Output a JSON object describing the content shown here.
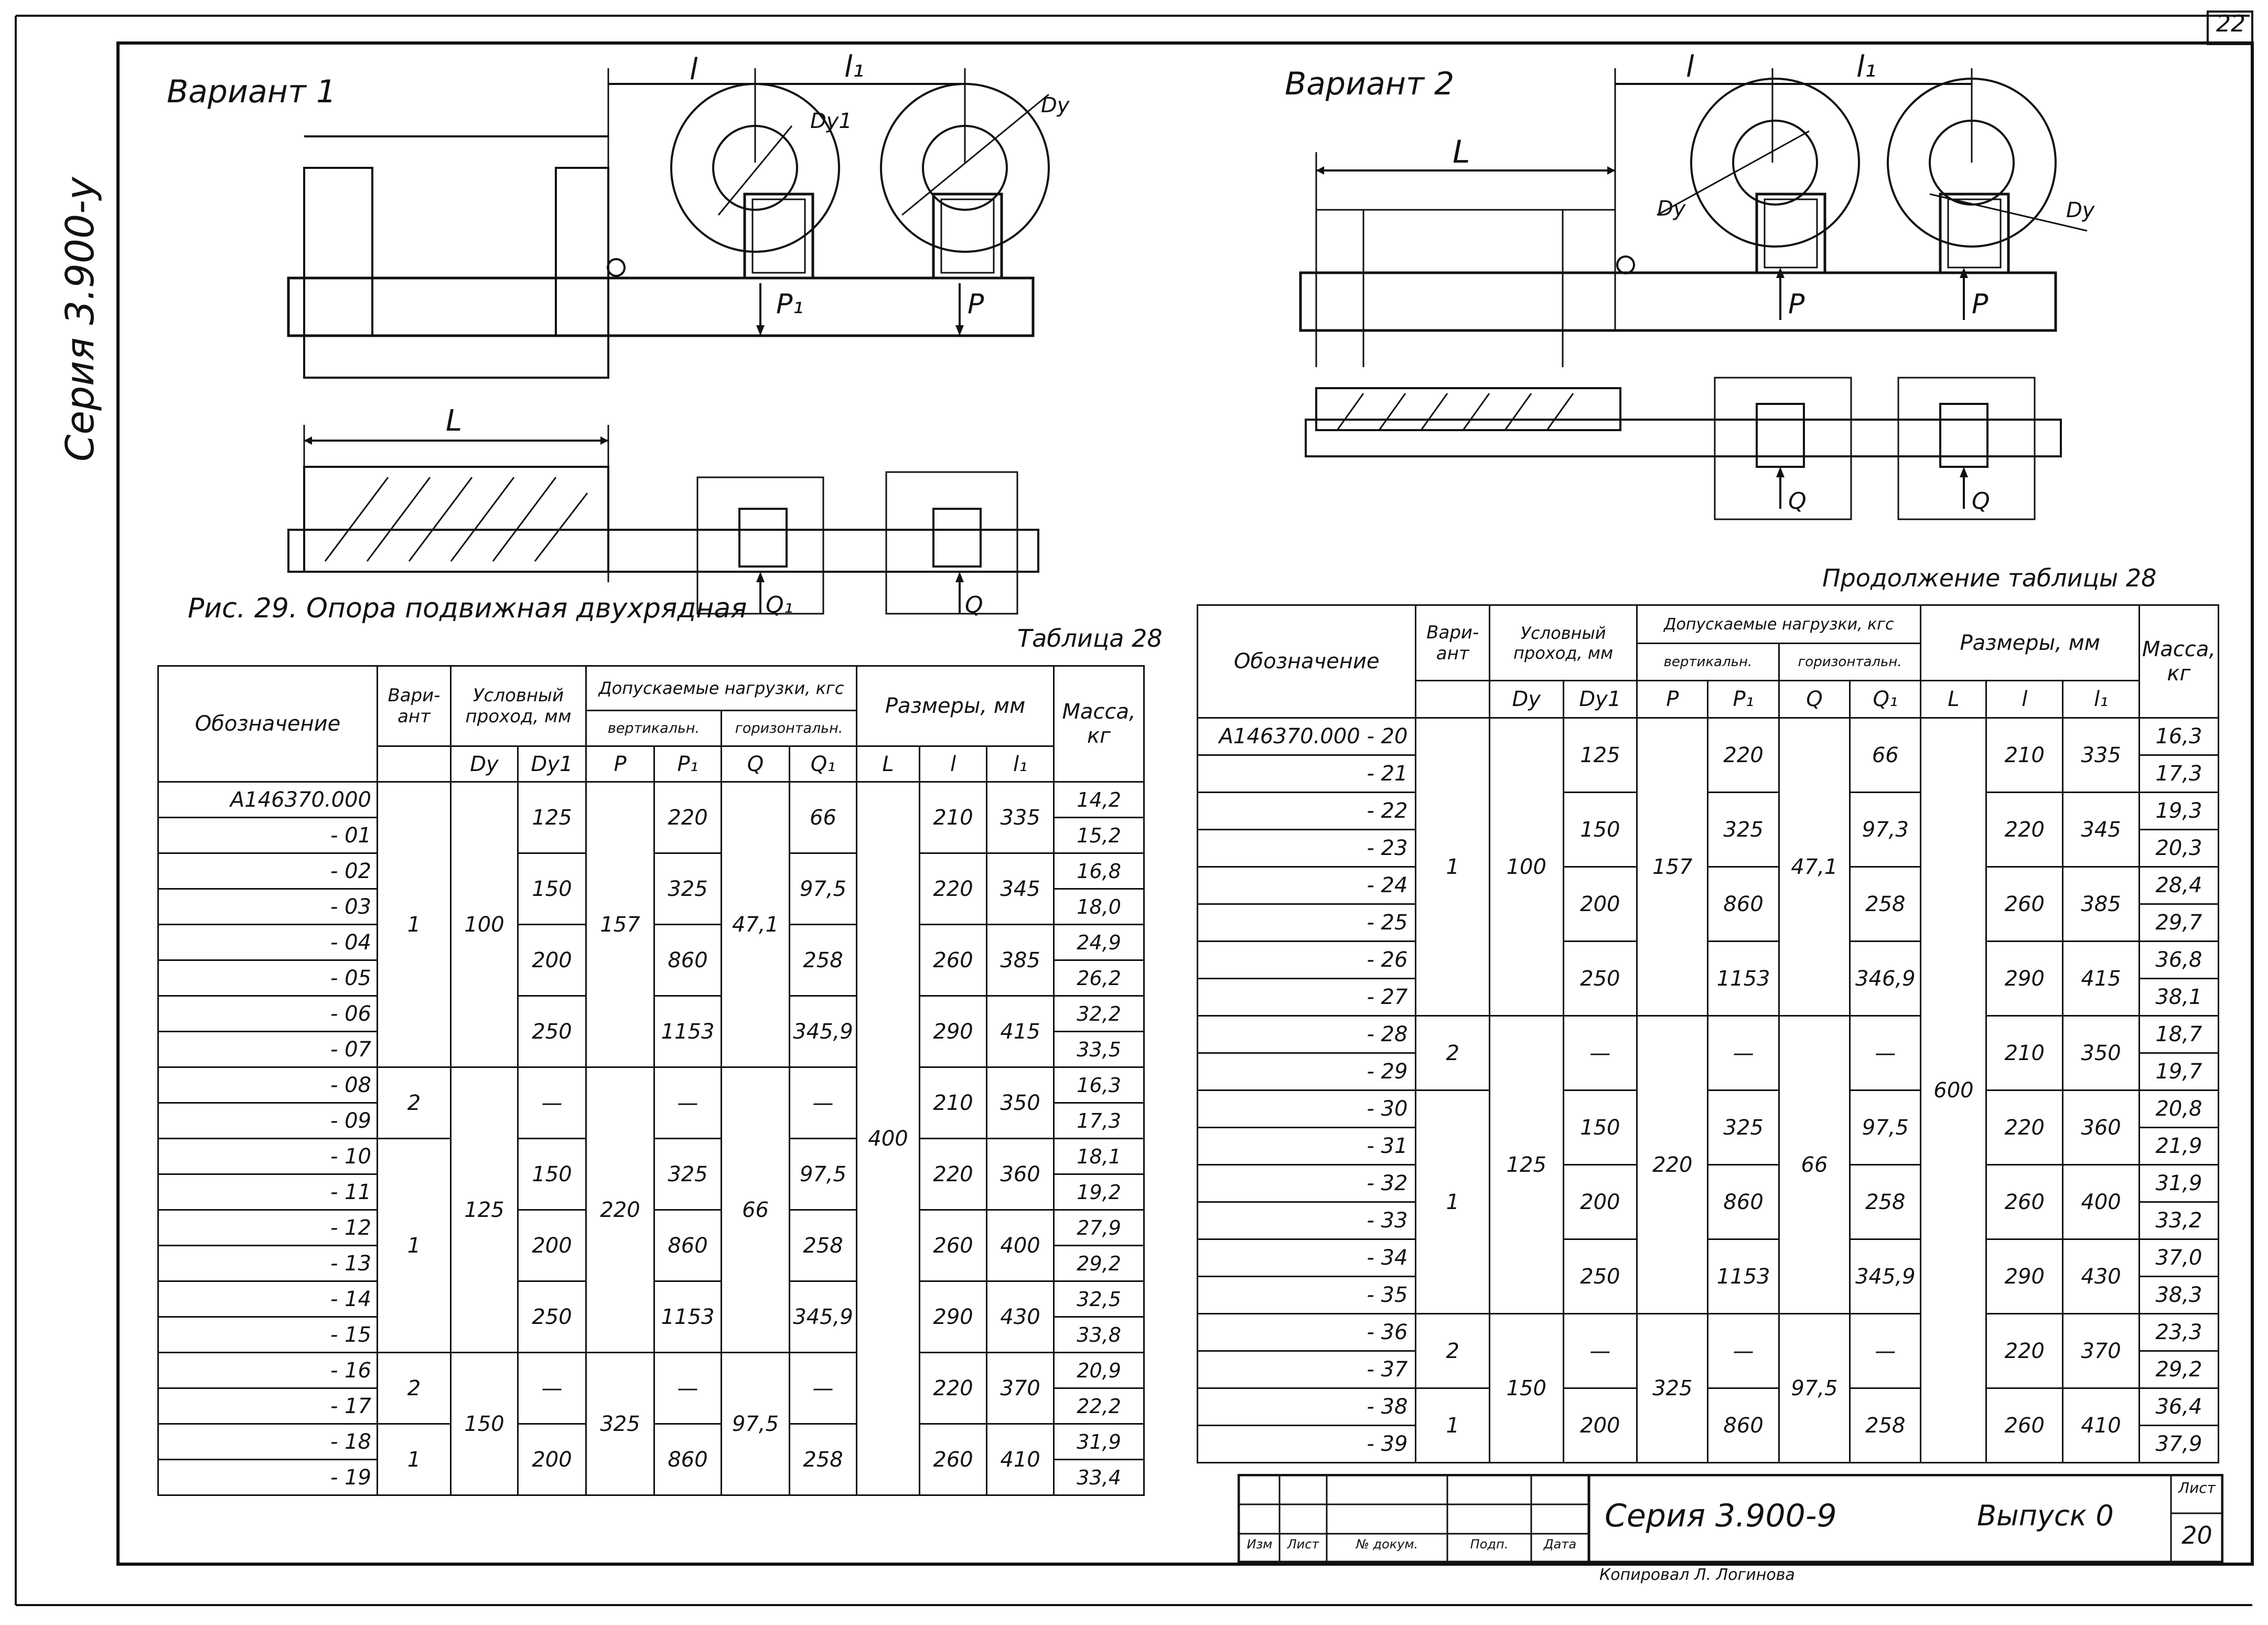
{
  "sheet_number_top": "22",
  "side_series": "Серия 3.900-у",
  "variant1": {
    "title": "Вариант 1",
    "l": "l",
    "l1": "l₁",
    "L": "L",
    "Dy1": "Dу1",
    "Dy": "Dу",
    "P1": "P₁",
    "P": "P",
    "Q1": "Q₁",
    "Q": "Q"
  },
  "variant2": {
    "title": "Вариант 2",
    "l": "l",
    "l1": "l₁",
    "L": "L",
    "Dy_left": "Dу",
    "Dy_right": "Dу",
    "P_left": "P",
    "P_right": "P",
    "Q_left": "Q",
    "Q_right": "Q"
  },
  "figure_caption": "Рис. 29. Опора подвижная двухрядная",
  "table28": {
    "title": "Таблица 28",
    "headers": {
      "designation": "Обозначение",
      "variant": "Вари- ант",
      "nominal_bore": "Условный проход, мм",
      "loads": "Допускаемые нагрузки, кгс",
      "vertical": "вертикальн.",
      "horizontal": "горизонтальн.",
      "dims": "Размеры, мм",
      "mass": "Масса, кг",
      "Dy": "Dу",
      "Dy1": "Dу1",
      "P": "P",
      "P1": "P₁",
      "Q": "Q",
      "Q1": "Q₁",
      "L": "L",
      "l": "l",
      "l1": "l₁"
    },
    "codes": [
      "А146370.000",
      "- 01",
      "- 02",
      "- 03",
      "- 04",
      "- 05",
      "- 06",
      "- 07",
      "- 08",
      "- 09",
      "- 10",
      "- 11",
      "- 12",
      "- 13",
      "- 14",
      "- 15",
      "- 16",
      "- 17",
      "- 18",
      "- 19"
    ],
    "variant": [
      "1",
      "2",
      "1",
      "2",
      "1"
    ],
    "Dy": [
      "100",
      "125",
      "150"
    ],
    "Dy1": [
      "125",
      "150",
      "200",
      "250",
      "—",
      "150",
      "200",
      "250",
      "—",
      "200"
    ],
    "P": [
      "157",
      "220",
      "325"
    ],
    "P1": [
      "220",
      "325",
      "860",
      "1153",
      "—",
      "325",
      "860",
      "1153",
      "—",
      "860"
    ],
    "Q": [
      "47,1",
      "66",
      "97,5"
    ],
    "Q1": [
      "66",
      "97,5",
      "258",
      "345,9",
      "—",
      "97,5",
      "258",
      "345,9",
      "—",
      "258"
    ],
    "L": "400",
    "l": [
      "210",
      "220",
      "260",
      "290",
      "210",
      "220",
      "260",
      "290",
      "220",
      "260"
    ],
    "l1": [
      "335",
      "345",
      "385",
      "415",
      "350",
      "360",
      "400",
      "430",
      "370",
      "410"
    ],
    "mass": [
      "14,2",
      "15,2",
      "16,8",
      "18,0",
      "24,9",
      "26,2",
      "32,2",
      "33,5",
      "16,3",
      "17,3",
      "18,1",
      "19,2",
      "27,9",
      "29,2",
      "32,5",
      "33,8",
      "20,9",
      "22,2",
      "31,9",
      "33,4"
    ]
  },
  "table28_cont": {
    "title": "Продолжение таблицы 28",
    "headers": {
      "designation": "Обозначение",
      "variant": "Вари- ант",
      "nominal_bore": "Условный проход, мм",
      "loads": "Допускаемые нагрузки, кгс",
      "vertical": "вертикальн.",
      "horizontal": "горизонтальн.",
      "dims": "Размеры, мм",
      "mass": "Масса, кг",
      "Dy": "Dу",
      "Dy1": "Dу1",
      "P": "P",
      "P1": "P₁",
      "Q": "Q",
      "Q1": "Q₁",
      "L": "L",
      "l": "l",
      "l1": "l₁"
    },
    "codes": [
      "А146370.000 - 20",
      "- 21",
      "- 22",
      "- 23",
      "- 24",
      "- 25",
      "- 26",
      "- 27",
      "- 28",
      "- 29",
      "- 30",
      "- 31",
      "- 32",
      "- 33",
      "- 34",
      "- 35",
      "- 36",
      "- 37",
      "- 38",
      "- 39"
    ],
    "variant": [
      "1",
      "2",
      "1",
      "2",
      "1"
    ],
    "Dy": [
      "100",
      "125",
      "150"
    ],
    "Dy1": [
      "125",
      "150",
      "200",
      "250",
      "—",
      "150",
      "200",
      "250",
      "—",
      "200"
    ],
    "P": [
      "157",
      "220",
      "325"
    ],
    "P1": [
      "220",
      "325",
      "860",
      "1153",
      "—",
      "325",
      "860",
      "1153",
      "—",
      "860"
    ],
    "Q": [
      "47,1",
      "66",
      "97,5"
    ],
    "Q1": [
      "66",
      "97,3",
      "258",
      "346,9",
      "—",
      "97,5",
      "258",
      "345,9",
      "—",
      "258"
    ],
    "L": "600",
    "l": [
      "210",
      "220",
      "260",
      "290",
      "210",
      "220",
      "260",
      "290",
      "220",
      "260"
    ],
    "l1": [
      "335",
      "345",
      "385",
      "415",
      "350",
      "360",
      "400",
      "430",
      "370",
      "410"
    ],
    "mass": [
      "16,3",
      "17,3",
      "19,3",
      "20,3",
      "28,4",
      "29,7",
      "36,8",
      "38,1",
      "18,7",
      "19,7",
      "20,8",
      "21,9",
      "31,9",
      "33,2",
      "37,0",
      "38,3",
      "23,3",
      "29,2",
      "36,4",
      "37,9"
    ]
  },
  "title_block": {
    "series": "Серия 3.900-9",
    "issue": "Выпуск 0",
    "sheet_label": "Лист",
    "sheet": "20",
    "cols": [
      "Изм",
      "Лист",
      "№ докум.",
      "Подп.",
      "Дата"
    ],
    "copied": "Копировал Л. Логинова"
  }
}
